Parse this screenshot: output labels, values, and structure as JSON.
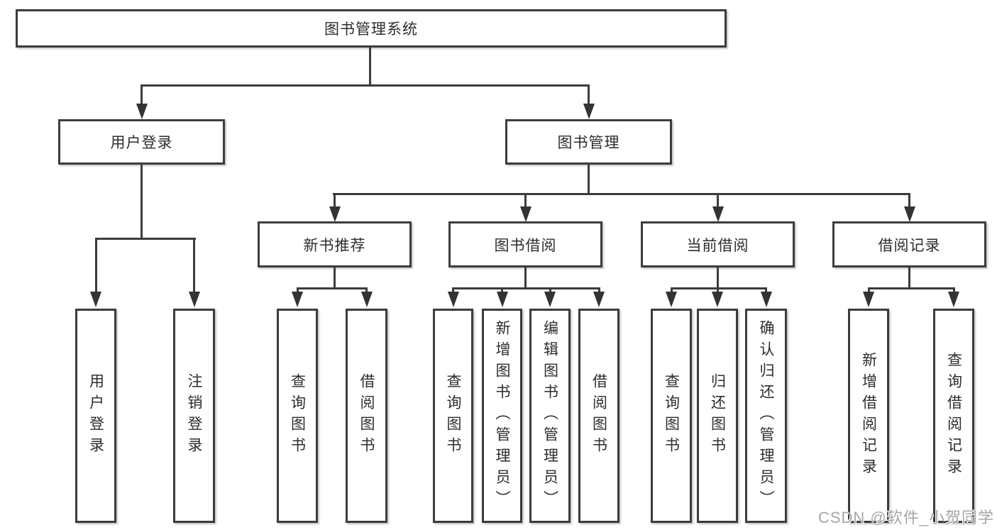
{
  "tree": {
    "root": "图书管理系统",
    "level1": {
      "user_login": "用户登录",
      "book_management": "图书管理"
    },
    "level2": {
      "new_book_recommend": "新书推荐",
      "book_borrow": "图书借阅",
      "current_borrow": "当前借阅",
      "borrow_records": "借阅记录"
    },
    "leaves": {
      "login": [
        "用户登录",
        "注销登录"
      ],
      "recommend": [
        "查询图书",
        "借阅图书"
      ],
      "borrow": [
        "查询图书",
        "新增图书（管理员）",
        "编辑图书（管理员）",
        "借阅图书"
      ],
      "current": [
        "查询图书",
        "归还图书",
        "确认归还（管理员）"
      ],
      "records": [
        "新增借阅记录",
        "查询借阅记录"
      ]
    }
  },
  "watermark": {
    "text": "CSDN @软件_小贺同学"
  },
  "colors": {
    "line": "#3c3c3c",
    "text": "#2d2d2d",
    "watermark": "#a6a6a6",
    "background": "#ffffff"
  }
}
